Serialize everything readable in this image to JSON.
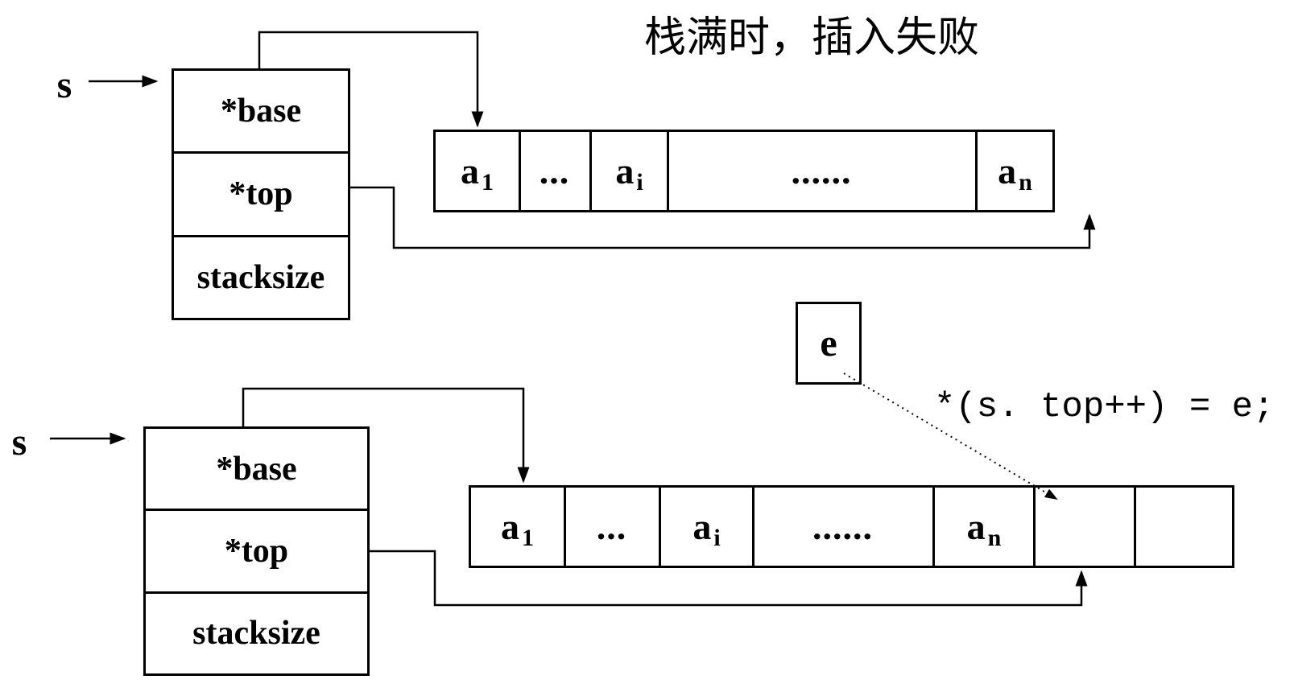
{
  "title": "栈满时，插入失败",
  "code_annotation": "*(s. top++) = e;",
  "colors": {
    "ink": "#000000",
    "background": "#ffffff"
  },
  "top_diagram": {
    "pointer_label": "s",
    "struct": {
      "fields": [
        {
          "label": "*base"
        },
        {
          "label": "*top"
        },
        {
          "label": "stacksize"
        }
      ]
    },
    "array": {
      "cells": [
        {
          "base": "a",
          "sub": "1"
        },
        {
          "base": "..."
        },
        {
          "base": "a",
          "sub": "i"
        },
        {
          "base": "......"
        },
        {
          "base": "a",
          "sub": "n"
        }
      ]
    }
  },
  "bottom_diagram": {
    "pointer_label": "s",
    "struct": {
      "fields": [
        {
          "label": "*base"
        },
        {
          "label": "*top"
        },
        {
          "label": "stacksize"
        }
      ]
    },
    "element_box": {
      "label": "e"
    },
    "array": {
      "cells": [
        {
          "base": "a",
          "sub": "1"
        },
        {
          "base": "..."
        },
        {
          "base": "a",
          "sub": "i"
        },
        {
          "base": "......"
        },
        {
          "base": "a",
          "sub": "n"
        },
        {
          "base": ""
        },
        {
          "base": ""
        }
      ]
    }
  }
}
